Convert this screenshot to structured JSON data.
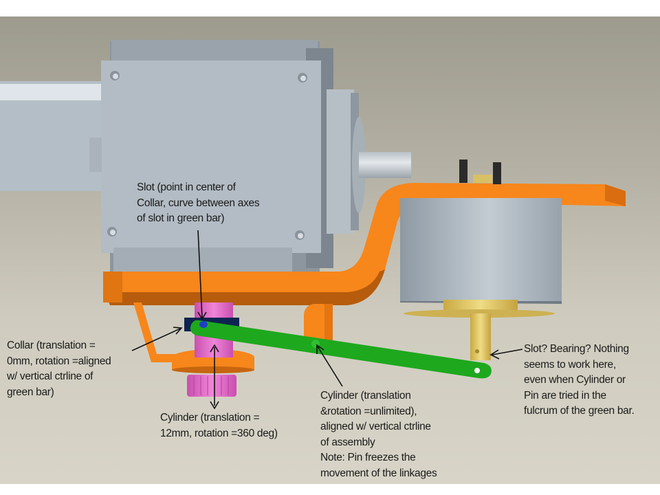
{
  "title": "Linkage assembly mechanism constraints",
  "colors": {
    "background_top": "#9d9a8e",
    "background_bottom": "#d8d5c8",
    "housing": "#b3bcc4",
    "bracket": "#f7861b",
    "green_bar": "#1ea81e",
    "pink_cylinder": "#e46ac8",
    "brass": "#dcc25a",
    "collar": "#0e2450"
  },
  "annotations": {
    "slot_collar": "Slot (point in center of\nCollar, curve between axes\nof slot in green bar)",
    "collar": "Collar (translation =\n0mm, rotation =aligned\nw/ vertical ctrline of\ngreen bar)",
    "cylinder_pink": "Cylinder (translation =\n12mm, rotation =360 deg)",
    "cylinder_pivot": "Cylinder (translation\n&rotation =unlimited),\naligned w/ vertical ctrline\nof assembly\nNote: Pin freezes the\nmovement of the linkages",
    "slot_bearing": "Slot? Bearing? Nothing\nseems to work here,\neven when Cylinder or\nPin are tried in the\nfulcrum of the green bar."
  },
  "parts": [
    "housing",
    "motor-shaft",
    "orange-bracket",
    "drum-cylinder",
    "brass-flange",
    "brass-pin",
    "green-bar",
    "pink-cylinder",
    "collar",
    "orange-pivot-tab",
    "orange-foot"
  ]
}
